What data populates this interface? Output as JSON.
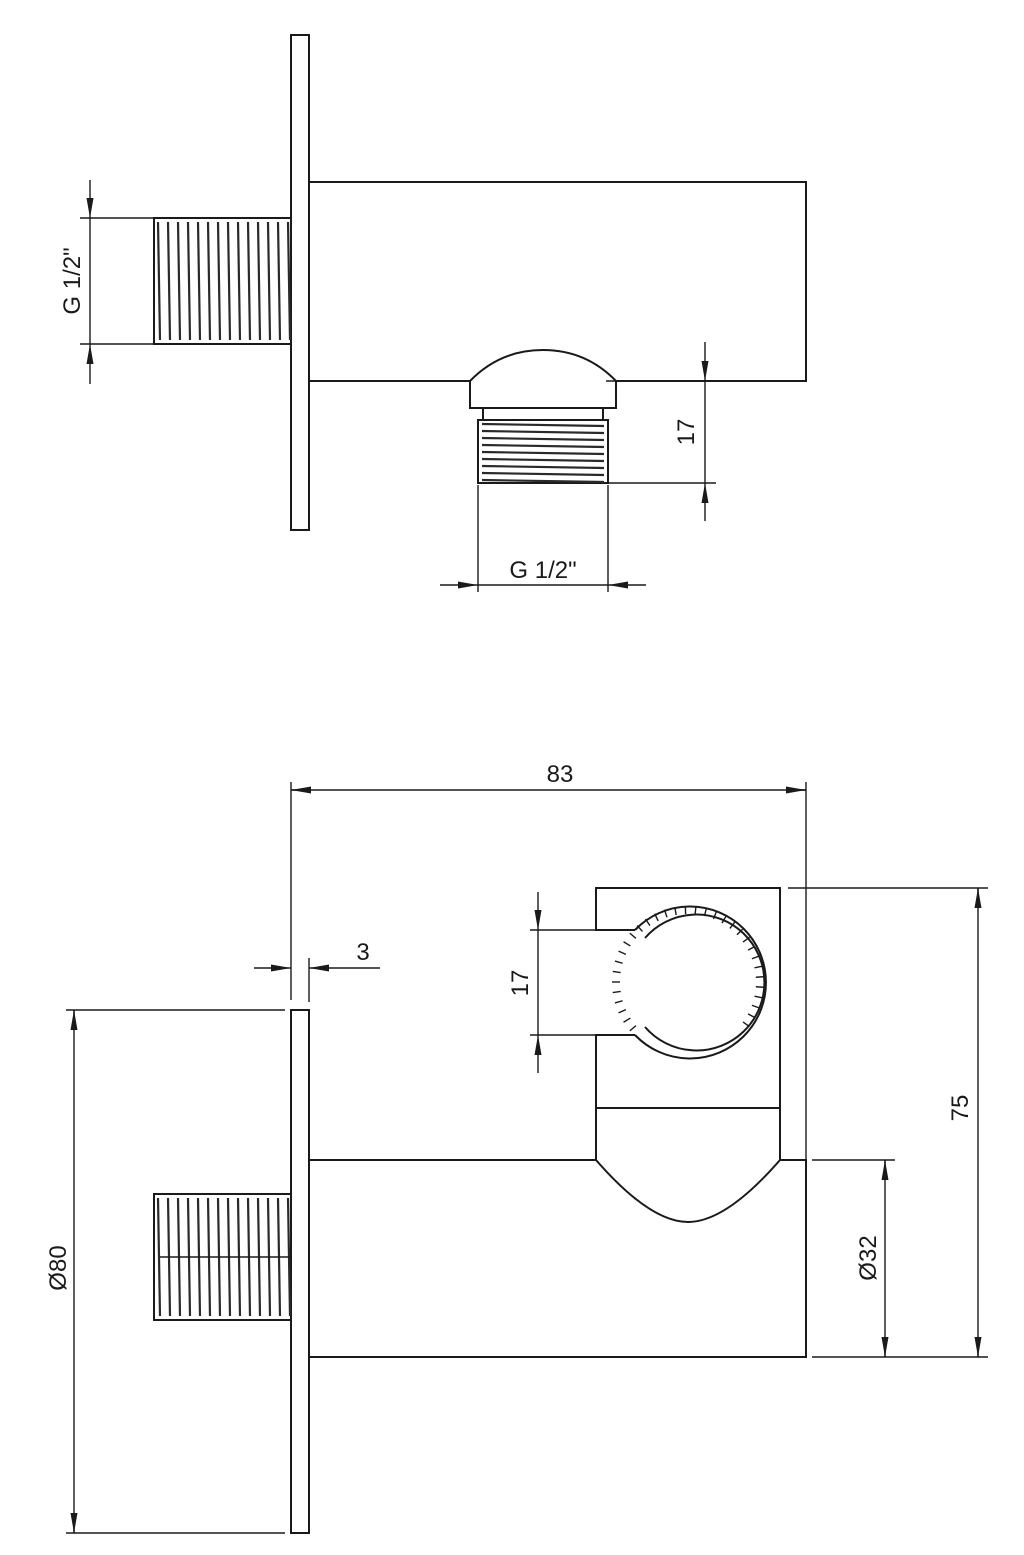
{
  "top_view": {
    "thread_back_label": "G 1/2\"",
    "thread_bottom_label": "G 1/2\"",
    "thread_length_label": "17"
  },
  "front_view": {
    "width_label": "83",
    "plate_thickness_label": "3",
    "holder_opening_label": "17",
    "height_label": "75",
    "plate_diameter_label": "Ø80",
    "body_diameter_label": "Ø32"
  }
}
